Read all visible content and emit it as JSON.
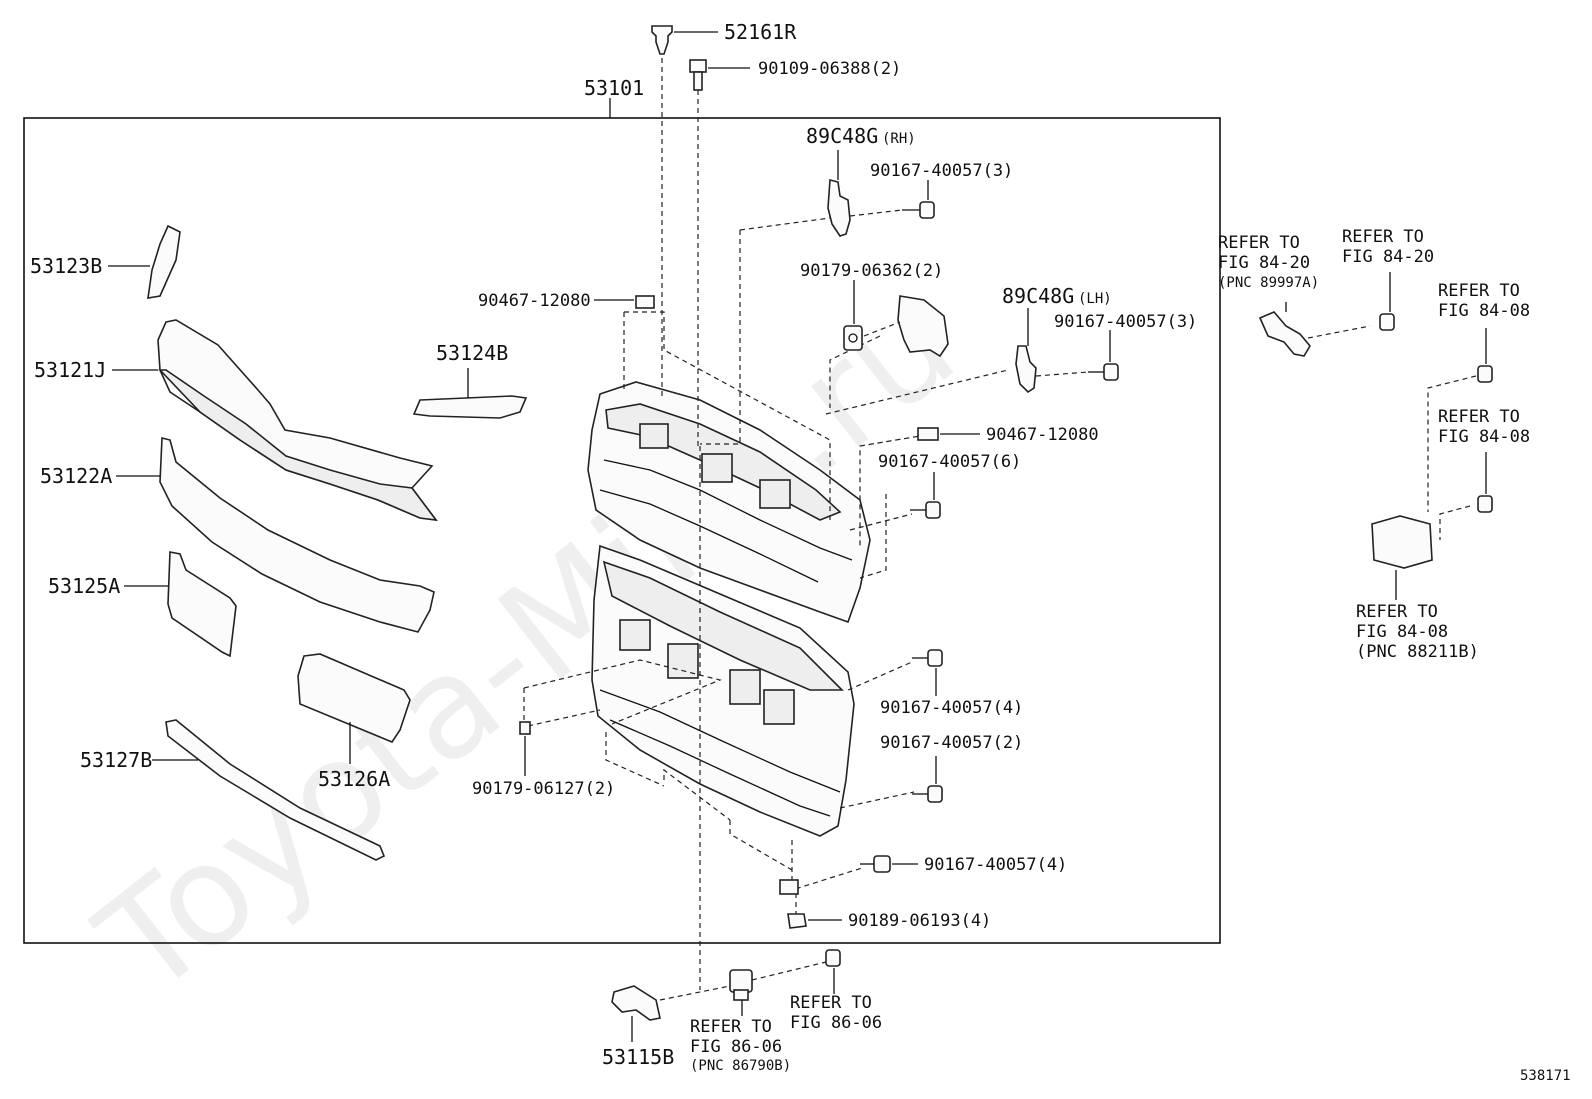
{
  "watermark": "Toyota-Mine.ru",
  "figure_id": "538171",
  "assembly": "53101",
  "labels": {
    "p52161R": "52161R",
    "p90109": "90109-06388(2)",
    "p89C48G_rh": "89C48G",
    "rh": "(RH)",
    "p90167_a": "90167-40057(3)",
    "p90179_06362": "90179-06362(2)",
    "p89C48G_lh": "89C48G",
    "lh": "(LH)",
    "p90167_b": "90167-40057(3)",
    "p90467_a": "90467-12080",
    "p90467_b": "90467-12080",
    "p90167_c": "90167-40057(6)",
    "p90167_d": "90167-40057(4)",
    "p90167_e": "90167-40057(2)",
    "p90167_f": "90167-40057(4)",
    "p90189": "90189-06193(4)",
    "p90179_06127": "90179-06127(2)",
    "p53123B": "53123B",
    "p53121J": "53121J",
    "p53124B": "53124B",
    "p53122A": "53122A",
    "p53125A": "53125A",
    "p53126A": "53126A",
    "p53127B": "53127B",
    "p53115B": "53115B"
  },
  "refers": {
    "r1": [
      "REFER TO",
      "FIG 84-20",
      "(PNC 89997A)"
    ],
    "r2": [
      "REFER TO",
      "FIG 84-20"
    ],
    "r3": [
      "REFER TO",
      "FIG 84-08"
    ],
    "r4": [
      "REFER TO",
      "FIG 84-08"
    ],
    "r5": [
      "REFER TO",
      "FIG 84-08",
      "(PNC 88211B)"
    ],
    "r6": [
      "REFER TO",
      "FIG 86-06",
      "(PNC 86790B)"
    ],
    "r7": [
      "REFER TO",
      "FIG 86-06"
    ]
  }
}
